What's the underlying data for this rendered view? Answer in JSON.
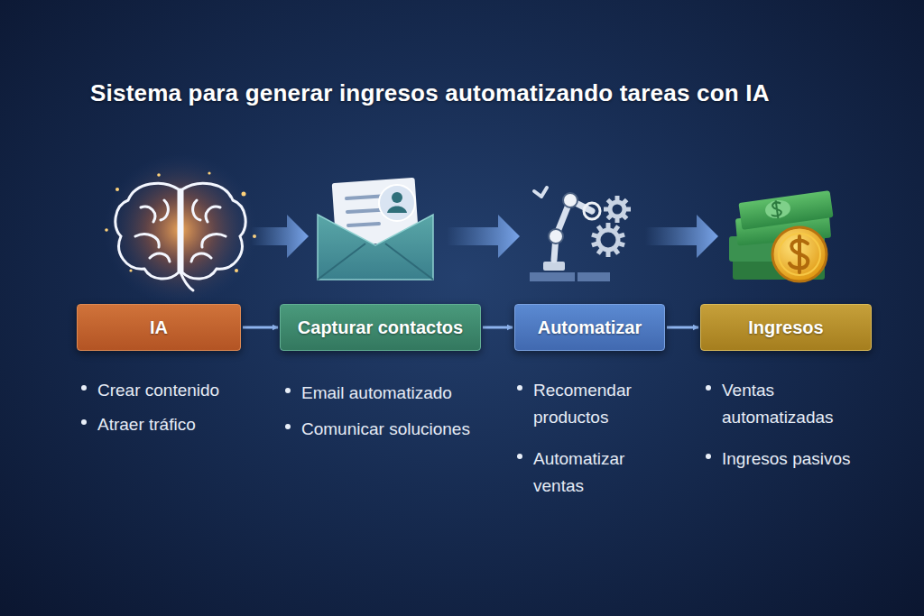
{
  "diagram": {
    "title": "Sistema para generar ingresos automatizando tareas con IA",
    "nodes": [
      {
        "text": [
          "IA"
        ]
      },
      {
        "text": [
          "Capturar contactos"
        ]
      },
      {
        "text": [
          "Automatizar"
        ]
      },
      {
        "text": [
          "Ingresos"
        ]
      }
    ],
    "edges": [
      {
        "from": 0,
        "to": 1,
        "arrow": "to"
      },
      {
        "from": 1,
        "to": 2,
        "arrow": "to"
      },
      {
        "from": 2,
        "to": 3,
        "arrow": "to"
      }
    ],
    "labels": [
      "Crear contenido",
      "Atraer tráfico",
      "Email automatizado",
      "Comunicar soluciones",
      "Recomendar productos",
      "Automatizar ventas",
      "Ventas automatizadas",
      "Ingresos pasivos"
    ]
  }
}
